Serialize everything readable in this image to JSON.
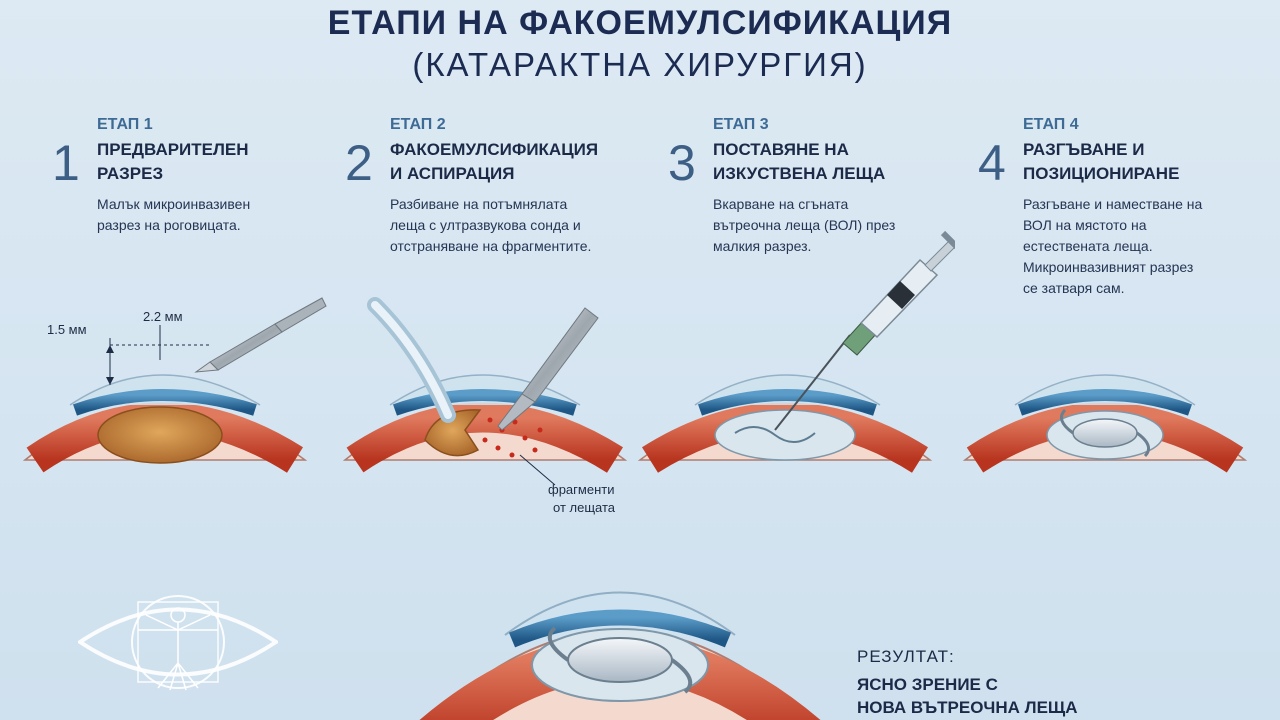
{
  "title": {
    "line1": "ЕТАПИ НА ФАКОЕМУЛСИФИКАЦИЯ",
    "line2": "(КАТАРАКТНА ХИРУРГИЯ)"
  },
  "steps": [
    {
      "number": "1",
      "label": "ЕТАП 1",
      "heading": "ПРЕДВАРИТЕЛЕН\nРАЗРЕЗ",
      "description": "Малък микроинвазивен\nразрез на роговицата."
    },
    {
      "number": "2",
      "label": "ЕТАП 2",
      "heading": "ФАКОЕМУЛСИФИКАЦИЯ\nИ АСПИРАЦИЯ",
      "description": "Разбиване на потъмнялата\nлеща с ултразвукова сонда и\nотстраняване на фрагментите."
    },
    {
      "number": "3",
      "label": "ЕТАП 3",
      "heading": "ПОСТАВЯНЕ НА\nИЗКУСТВЕНА ЛЕЩА",
      "description": "Вкарване на сгъната\nвътреочна леща (ВОЛ) през\nмалкия разрез."
    },
    {
      "number": "4",
      "label": "ЕТАП 4",
      "heading": "РАЗГЪВАНЕ И\nПОЗИЦИОНИРАНЕ",
      "description": "Разгъване и наместване на\nВОЛ на мястото на\nестествената леща.\nМикроинвазивният разрез\nсе затваря сам."
    }
  ],
  "annotations": {
    "depth": "1.5 мм",
    "width": "2.2 мм",
    "fragments_line1": "фрагменти",
    "fragments_line2": "от лещата"
  },
  "result": {
    "label": "РЕЗУЛТАТ:",
    "text": "ЯСНО ЗРЕНИЕ С\nНОВА ВЪТРЕОЧНА ЛЕЩА"
  },
  "colors": {
    "background": "#d8e7f2",
    "title": "#1b2b52",
    "step_label": "#3e6b96",
    "sclera_red": "#c8452f",
    "iris_blue": "#2f6c9a",
    "cataract_lens": "#c88a3a"
  },
  "icons": {
    "logo": "vitruvian-eye-logo"
  }
}
